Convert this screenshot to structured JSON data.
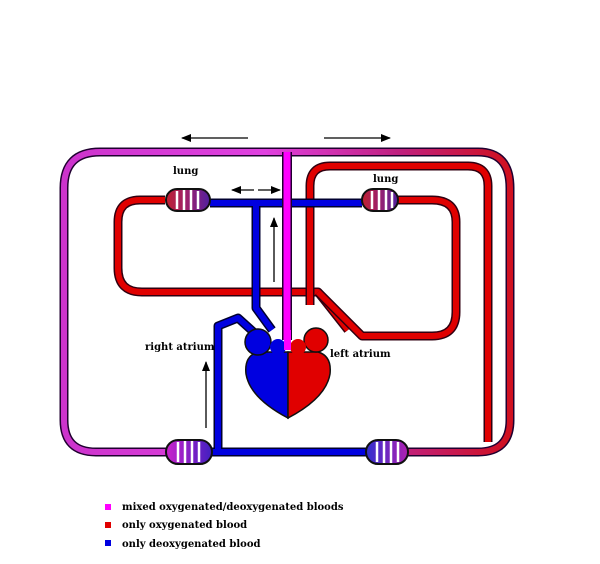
{
  "labels": {
    "lung_left": "lung",
    "lung_right": "lung",
    "right_atrium": "right atrium",
    "left_atrium": "left atrium"
  },
  "legend": [
    {
      "color": "#ff00ff",
      "text": "mixed oxygenated/deoxygenated bloods"
    },
    {
      "color": "#e00000",
      "text": "only oxygenated blood"
    },
    {
      "color": "#0000e0",
      "text": "only deoxygenated blood"
    }
  ],
  "colors": {
    "mixed": "#ff00ff",
    "oxygenated": "#e00000",
    "deoxygenated": "#0000e0",
    "vessel_outline": "#200030"
  }
}
